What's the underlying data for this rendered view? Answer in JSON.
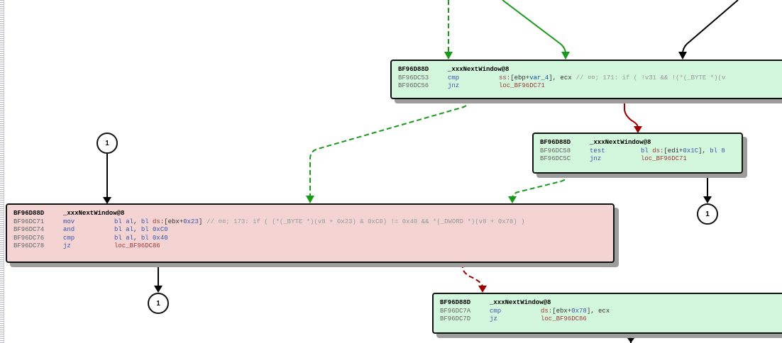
{
  "function_name": "_xxxNextWindow@8",
  "connector_label": "1",
  "colors": {
    "node_green": "#d3f7dd",
    "node_red": "#f4d3d3",
    "edge_true": "#1a9a1a",
    "edge_false": "#990000",
    "edge_uncond": "#000000"
  },
  "nodes": {
    "n1": {
      "header_addr": "BF96D88D",
      "rows": [
        {
          "addr": "BF96DC53",
          "mn": "cmp",
          "op": [
            [
              "ss:",
              "seg"
            ],
            [
              "[ebp+",
              "plain"
            ],
            [
              "var_4",
              "kw"
            ],
            [
              "], ecx",
              "plain"
            ]
          ],
          "comment": "// ¤¤; 171:        if ( !v31 && !(*(_BYTE *)(v"
        },
        {
          "addr": "BF96DC56",
          "mn": "jnz",
          "op": [
            [
              "loc_BF96DC71",
              "lbl"
            ]
          ],
          "comment": ""
        }
      ]
    },
    "n2": {
      "header_addr": "BF96D88D",
      "rows": [
        {
          "addr": "BF96DC58",
          "mn": "test",
          "op": [
            [
              "bl ",
              "reg"
            ],
            [
              "ds:",
              "seg"
            ],
            [
              "[edi+",
              "plain"
            ],
            [
              "0x1C",
              "num"
            ],
            [
              "], ",
              "plain"
            ],
            [
              "bl 8",
              "reg"
            ]
          ],
          "comment": ""
        },
        {
          "addr": "BF96DC5C",
          "mn": "jnz",
          "op": [
            [
              "loc_BF96DC71",
              "lbl"
            ]
          ],
          "comment": ""
        }
      ]
    },
    "n3": {
      "header_addr": "BF96D88D",
      "rows": [
        {
          "addr": "BF96DC71",
          "mn": "mov",
          "op": [
            [
              "bl al",
              "reg"
            ],
            [
              ", ",
              "plain"
            ],
            [
              "bl ",
              "reg"
            ],
            [
              "ds:",
              "seg"
            ],
            [
              "[ebx+",
              "plain"
            ],
            [
              "0x23",
              "num"
            ],
            [
              "]",
              "plain"
            ]
          ],
          "comment": "// ¤¤; 173:        if ( (*(_BYTE *)(v8 + 0x23) & 0xC0) != 0x40 && *(_DWORD *)(v8 + 0x78) )"
        },
        {
          "addr": "BF96DC74",
          "mn": "and",
          "op": [
            [
              "bl al",
              "reg"
            ],
            [
              ", ",
              "plain"
            ],
            [
              "bl 0xC0",
              "reg"
            ]
          ],
          "comment": ""
        },
        {
          "addr": "BF96DC76",
          "mn": "cmp",
          "op": [
            [
              "bl al",
              "reg"
            ],
            [
              ", ",
              "plain"
            ],
            [
              "bl 0x40",
              "reg"
            ]
          ],
          "comment": ""
        },
        {
          "addr": "BF96DC78",
          "mn": "jz",
          "op": [
            [
              "loc_BF96DC86",
              "lbl"
            ]
          ],
          "comment": ""
        }
      ]
    },
    "n4": {
      "header_addr": "BF96D88D",
      "rows": [
        {
          "addr": "BF96DC7A",
          "mn": "cmp",
          "op": [
            [
              "ds:",
              "seg"
            ],
            [
              "[ebx+",
              "plain"
            ],
            [
              "0x78",
              "num"
            ],
            [
              "], ecx",
              "plain"
            ]
          ],
          "comment": ""
        },
        {
          "addr": "BF96DC7D",
          "mn": "jz",
          "op": [
            [
              "loc_BF96DC86",
              "lbl"
            ]
          ],
          "comment": ""
        }
      ]
    }
  }
}
